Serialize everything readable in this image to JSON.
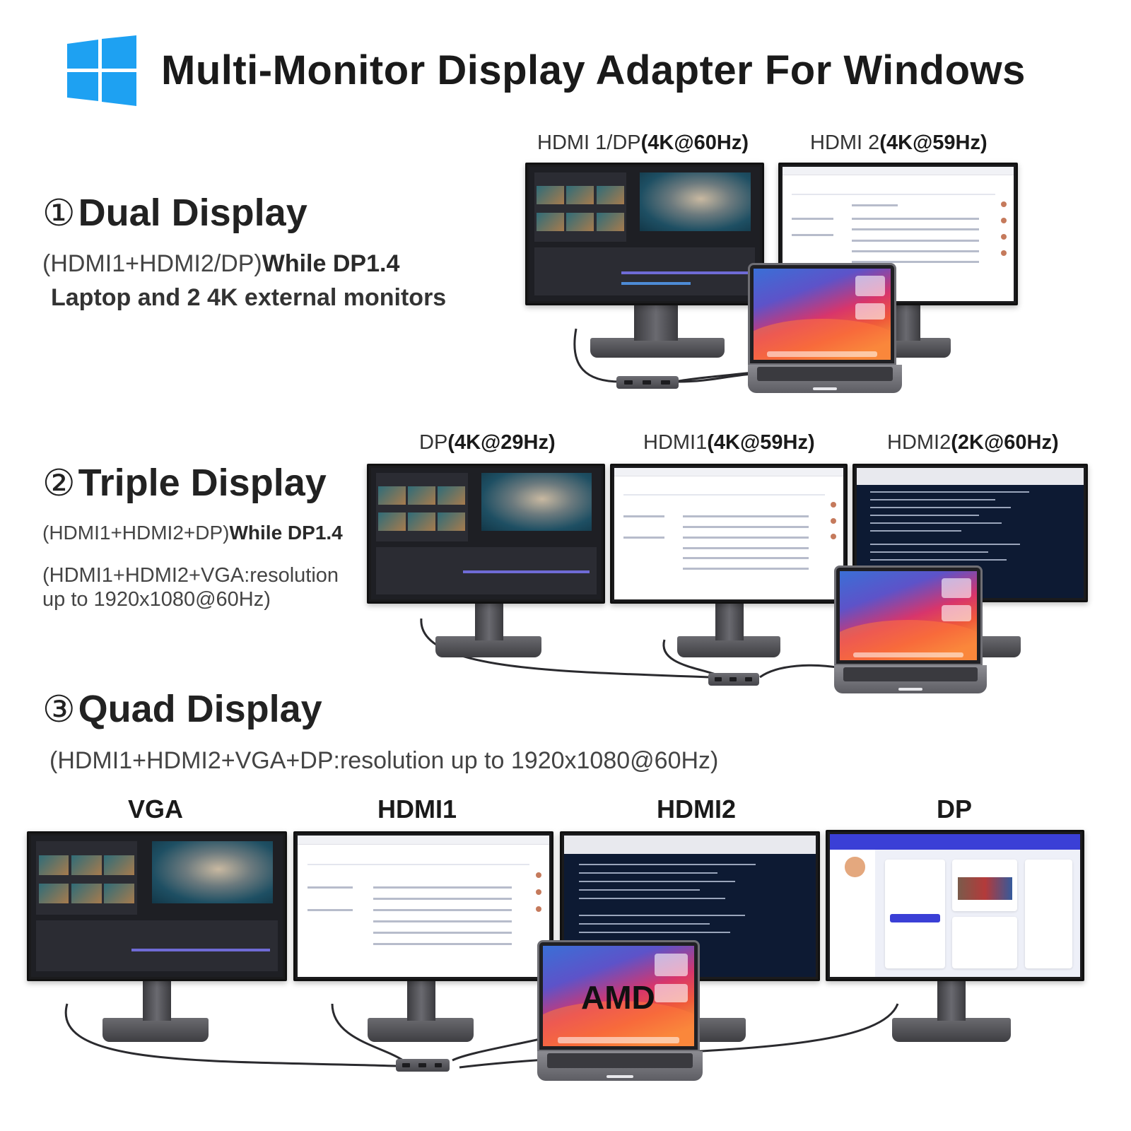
{
  "header": {
    "title": "Multi-Monitor Display Adapter For Windows",
    "logo_icon": "windows-logo-icon",
    "logo_color": "#1ea1f2"
  },
  "section1": {
    "number": "①",
    "title": "Dual Display",
    "subtitle_plain": "(HDMI1+HDMI2/DP)",
    "subtitle_bold": "While DP1.4",
    "line2": "Laptop and 2 4K external monitors",
    "ports": [
      {
        "plain": "HDMI 1/DP",
        "bold": "(4K@60Hz)"
      },
      {
        "plain": "HDMI 2",
        "bold": "(4K@59Hz)"
      }
    ]
  },
  "section2": {
    "number": "②",
    "title": "Triple Display",
    "subtitle_plain": "(HDMI1+HDMI2+DP)",
    "subtitle_bold": "While DP1.4",
    "note_line1": "(HDMI1+HDMI2+VGA:resolution",
    "note_line2": "up to 1920x1080@60Hz)",
    "ports": [
      {
        "plain": "DP",
        "bold": "(4K@29Hz)"
      },
      {
        "plain": "HDMI1",
        "bold": "(4K@59Hz)"
      },
      {
        "plain": "HDMI2",
        "bold": "(2K@60Hz)"
      }
    ]
  },
  "section3": {
    "number": "③",
    "title": "Quad Display",
    "subtitle": "(HDMI1+HDMI2+VGA+DP:resolution up to 1920x1080@60Hz)",
    "ports": [
      "VGA",
      "HDMI1",
      "HDMI2",
      "DP"
    ],
    "laptop_label": "AMD"
  }
}
